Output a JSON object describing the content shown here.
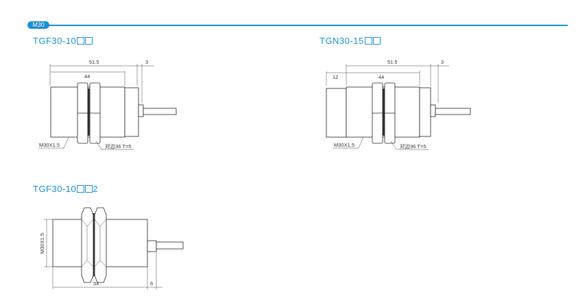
{
  "section_tag": "M30",
  "accent_color": "#1a8fd6",
  "drawings": [
    {
      "title": "TGF30-10",
      "suffix": "",
      "dims": {
        "overall": "51.5",
        "body": "44",
        "tail": "3"
      },
      "thread": "M30X1.5",
      "nut": "对边36 T=5"
    },
    {
      "title": "TGN30-15",
      "suffix": "",
      "dims": {
        "overall": "51.5",
        "body": "44",
        "front": "12",
        "tail": "3"
      },
      "thread": "M30X1.5",
      "nut": "对边36 T=5"
    },
    {
      "title": "TGF30-10",
      "suffix": "2",
      "dims": {
        "overall": "54",
        "tail": "6"
      },
      "thread": "M30X1.5"
    }
  ]
}
